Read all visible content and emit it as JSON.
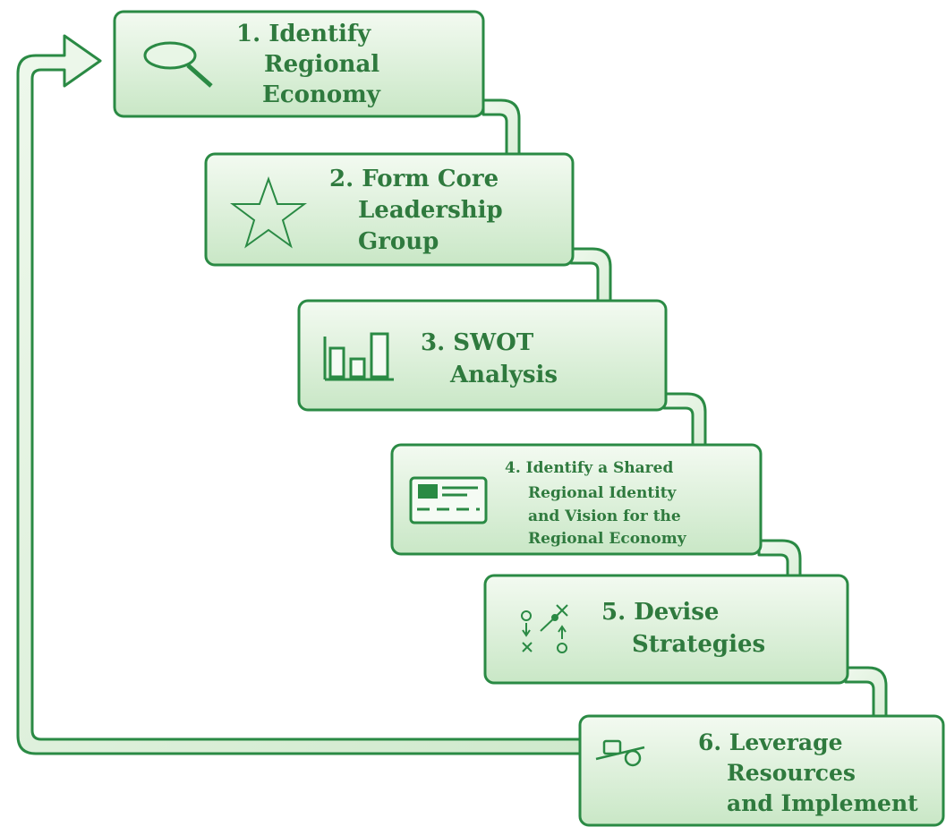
{
  "colors": {
    "box_fill_light": "#f1f9ef",
    "box_fill_dark": "#c7e6c4",
    "stroke": "#2a8a44",
    "text": "#2f7a3e"
  },
  "steps": [
    {
      "number": "1.",
      "lines": [
        "1. Identify",
        "Regional",
        "Economy"
      ],
      "icon": "magnifier-icon"
    },
    {
      "number": "2.",
      "lines": [
        "2. Form Core",
        "Leadership",
        "Group"
      ],
      "icon": "star-icon"
    },
    {
      "number": "3.",
      "lines": [
        "3. SWOT",
        "Analysis"
      ],
      "icon": "bar-chart-icon"
    },
    {
      "number": "4.",
      "lines": [
        "4. Identify a Shared",
        "Regional Identity",
        "and Vision for the",
        "Regional Economy"
      ],
      "icon": "id-card-icon"
    },
    {
      "number": "5.",
      "lines": [
        "5. Devise",
        "Strategies"
      ],
      "icon": "strategy-play-icon"
    },
    {
      "number": "6.",
      "lines": [
        "6. Leverage",
        "Resources",
        "and Implement"
      ],
      "icon": "seesaw-lever-icon"
    }
  ]
}
